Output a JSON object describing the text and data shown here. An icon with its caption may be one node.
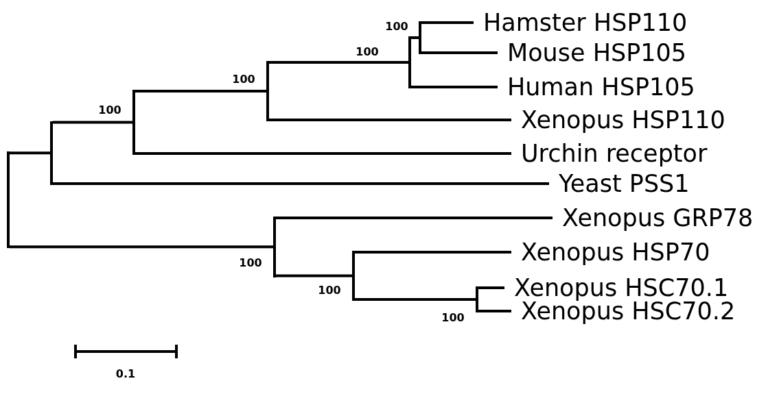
{
  "diagram": {
    "nodes": [
      {
        "text": [],
        "shape": "point"
      },
      {
        "text": [],
        "shape": "point"
      },
      {
        "text": [],
        "shape": "point",
        "beside": [
          "100"
        ]
      },
      {
        "text": [],
        "shape": "point",
        "beside": [
          "100"
        ]
      },
      {
        "text": [],
        "shape": "point",
        "beside": [
          "100"
        ]
      },
      {
        "text": [],
        "shape": "point",
        "beside": [
          "100"
        ]
      },
      {
        "text": [
          "Hamster HSP110"
        ]
      },
      {
        "text": [
          "Mouse HSP105"
        ]
      },
      {
        "text": [
          "Human HSP105"
        ]
      },
      {
        "text": [
          "Xenopus HSP110"
        ]
      },
      {
        "text": [
          "Urchin receptor"
        ]
      },
      {
        "text": [
          "Yeast PSS1"
        ]
      },
      {
        "text": [],
        "shape": "point",
        "beside": [
          "100"
        ]
      },
      {
        "text": [
          "Xenopus GRP78"
        ]
      },
      {
        "text": [],
        "shape": "point",
        "beside": [
          "100"
        ]
      },
      {
        "text": [
          "Xenopus HSP70"
        ]
      },
      {
        "text": [],
        "shape": "point",
        "beside": [
          "100"
        ]
      },
      {
        "text": [
          "Xenopus HSC70.1"
        ]
      },
      {
        "text": [
          "Xenopus HSC70.2"
        ]
      }
    ],
    "edges": [
      {
        "from": 0,
        "to": 1,
        "arrow": "none"
      },
      {
        "from": 0,
        "to": 12,
        "arrow": "none"
      },
      {
        "from": 1,
        "to": 2,
        "arrow": "none"
      },
      {
        "from": 1,
        "to": 11,
        "arrow": "none"
      },
      {
        "from": 2,
        "to": 3,
        "arrow": "none"
      },
      {
        "from": 2,
        "to": 10,
        "arrow": "none"
      },
      {
        "from": 3,
        "to": 4,
        "arrow": "none"
      },
      {
        "from": 3,
        "to": 9,
        "arrow": "none"
      },
      {
        "from": 4,
        "to": 5,
        "arrow": "none"
      },
      {
        "from": 4,
        "to": 8,
        "arrow": "none"
      },
      {
        "from": 5,
        "to": 6,
        "arrow": "none"
      },
      {
        "from": 5,
        "to": 7,
        "arrow": "none"
      },
      {
        "from": 12,
        "to": 13,
        "arrow": "none"
      },
      {
        "from": 12,
        "to": 14,
        "arrow": "none"
      },
      {
        "from": 14,
        "to": 15,
        "arrow": "none"
      },
      {
        "from": 14,
        "to": 16,
        "arrow": "none"
      },
      {
        "from": 16,
        "to": 17,
        "arrow": "none"
      },
      {
        "from": 16,
        "to": 18,
        "arrow": "none"
      }
    ],
    "labels": [
      "0.1"
    ]
  }
}
